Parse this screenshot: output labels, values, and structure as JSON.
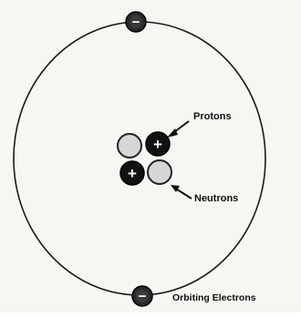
{
  "diagram": {
    "labels": {
      "protons": "Protons",
      "neutrons": "Neutrons",
      "electrons": "Orbiting Electrons"
    },
    "particles": {
      "proton_symbol": "+",
      "electron_symbol": "−"
    },
    "counts": {
      "protons": 2,
      "neutrons": 2,
      "electrons": 2
    },
    "colors": {
      "orbit": "#1a1a1a",
      "proton_fill": "#111111",
      "neutron_fill": "#d6d6d6",
      "electron_fill": "#2a2a2a",
      "symbol": "#ffffff",
      "label": "#111111"
    }
  }
}
